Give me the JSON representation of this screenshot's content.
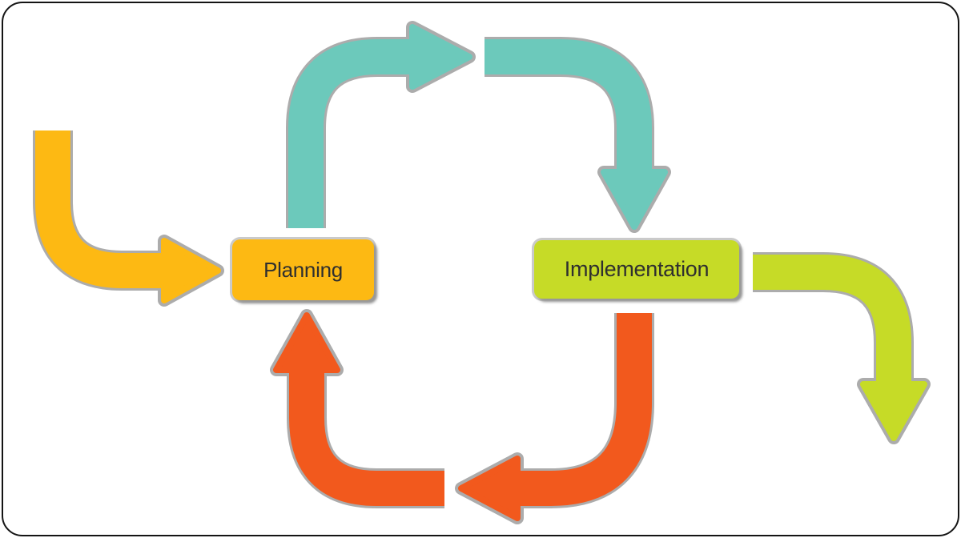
{
  "frame": {
    "background": "#ffffff",
    "border_color": "#141414"
  },
  "halo_color": "#ACACAC",
  "nodes": {
    "planning": {
      "label": "Planning",
      "fill": "#FDB913",
      "text_color": "#2F2F2F"
    },
    "implementation": {
      "label": "Implementation",
      "fill": "#C6DB27",
      "text_color": "#2F2F2F"
    }
  },
  "arrows": {
    "entry": {
      "id": "entry-arrow",
      "color": "#FDB913",
      "from": "outside-top-left",
      "to": "planning"
    },
    "planning_to_implementation": {
      "id": "planning-to-implementation-arrow",
      "color": "#6CC9BB",
      "from": "planning",
      "to": "implementation"
    },
    "implementation_to_planning": {
      "id": "implementation-to-planning-arrow",
      "color": "#F2591D",
      "from": "implementation",
      "to": "planning"
    },
    "exit": {
      "id": "exit-arrow",
      "color": "#C6DB27",
      "from": "implementation",
      "to": "outside-bottom-right"
    }
  }
}
